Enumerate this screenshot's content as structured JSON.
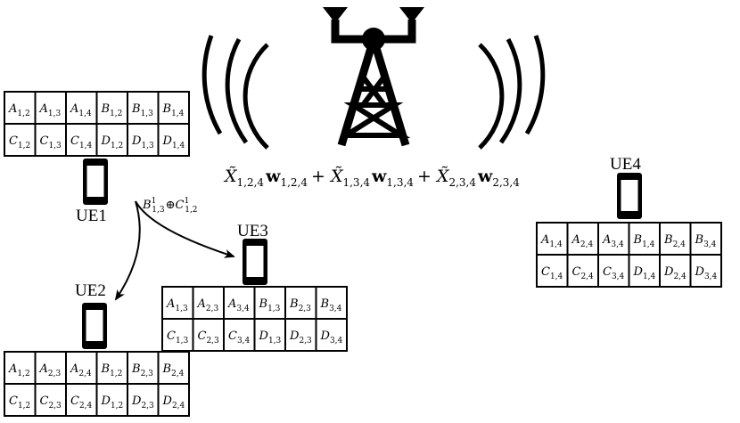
{
  "broadcast": {
    "terms": [
      {
        "symbol": "X̃",
        "sub": "1,2,4",
        "weight": "w",
        "weight_sub": "1,2,4"
      },
      {
        "symbol": "X̃",
        "sub": "1,3,4",
        "weight": "w",
        "weight_sub": "1,3,4"
      },
      {
        "symbol": "X̃",
        "sub": "2,3,4",
        "weight": "w",
        "weight_sub": "2,3,4"
      }
    ],
    "operator": "+"
  },
  "transfer": {
    "first": {
      "symbol": "B",
      "sup": "1",
      "sub": "1,3"
    },
    "operator": "⊕",
    "second": {
      "symbol": "C",
      "sup": "1",
      "sub": "1,2"
    }
  },
  "users": [
    {
      "label": "UE1",
      "cache": [
        [
          [
            "A",
            "1,2"
          ],
          [
            "A",
            "1,3"
          ],
          [
            "A",
            "1,4"
          ],
          [
            "B",
            "1,2"
          ],
          [
            "B",
            "1,3"
          ],
          [
            "B",
            "1,4"
          ]
        ],
        [
          [
            "C",
            "1,2"
          ],
          [
            "C",
            "1,3"
          ],
          [
            "C",
            "1,4"
          ],
          [
            "D",
            "1,2"
          ],
          [
            "D",
            "1,3"
          ],
          [
            "D",
            "1,4"
          ]
        ]
      ]
    },
    {
      "label": "UE2",
      "cache": [
        [
          [
            "A",
            "1,2"
          ],
          [
            "A",
            "2,3"
          ],
          [
            "A",
            "2,4"
          ],
          [
            "B",
            "1,2"
          ],
          [
            "B",
            "2,3"
          ],
          [
            "B",
            "2,4"
          ]
        ],
        [
          [
            "C",
            "1,2"
          ],
          [
            "C",
            "2,3"
          ],
          [
            "C",
            "2,4"
          ],
          [
            "D",
            "1,2"
          ],
          [
            "D",
            "2,3"
          ],
          [
            "D",
            "2,4"
          ]
        ]
      ]
    },
    {
      "label": "UE3",
      "cache": [
        [
          [
            "A",
            "1,3"
          ],
          [
            "A",
            "2,3"
          ],
          [
            "A",
            "3,4"
          ],
          [
            "B",
            "1,3"
          ],
          [
            "B",
            "2,3"
          ],
          [
            "B",
            "3,4"
          ]
        ],
        [
          [
            "C",
            "1,3"
          ],
          [
            "C",
            "2,3"
          ],
          [
            "C",
            "3,4"
          ],
          [
            "D",
            "1,3"
          ],
          [
            "D",
            "2,3"
          ],
          [
            "D",
            "3,4"
          ]
        ]
      ]
    },
    {
      "label": "UE4",
      "cache": [
        [
          [
            "A",
            "1,4"
          ],
          [
            "A",
            "2,4"
          ],
          [
            "A",
            "3,4"
          ],
          [
            "B",
            "1,4"
          ],
          [
            "B",
            "2,4"
          ],
          [
            "B",
            "3,4"
          ]
        ],
        [
          [
            "C",
            "1,4"
          ],
          [
            "C",
            "2,4"
          ],
          [
            "C",
            "3,4"
          ],
          [
            "D",
            "1,4"
          ],
          [
            "D",
            "2,4"
          ],
          [
            "D",
            "3,4"
          ]
        ]
      ]
    }
  ]
}
